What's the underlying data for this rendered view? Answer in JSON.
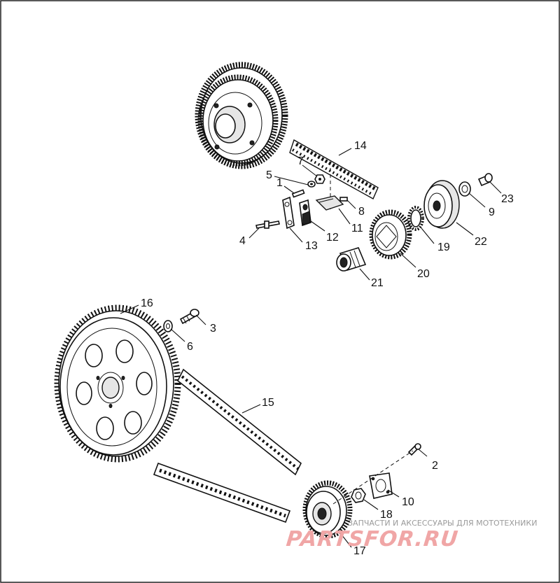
{
  "diagram": {
    "callouts": [
      "1",
      "2",
      "3",
      "4",
      "5",
      "6",
      "7",
      "8",
      "9",
      "10",
      "11",
      "12",
      "13",
      "14",
      "15",
      "16",
      "17",
      "18",
      "19",
      "20",
      "21",
      "22",
      "23"
    ]
  },
  "watermark": {
    "tagline": "ЗАПЧАСТИ И АКСЕССУАРЫ ДЛЯ МОТОТЕХНИКИ",
    "logo": "PARTSFOR.RU"
  },
  "colors": {
    "line": "#111111",
    "background": "#ffffff",
    "watermark_logo": "#f0a6a6"
  }
}
